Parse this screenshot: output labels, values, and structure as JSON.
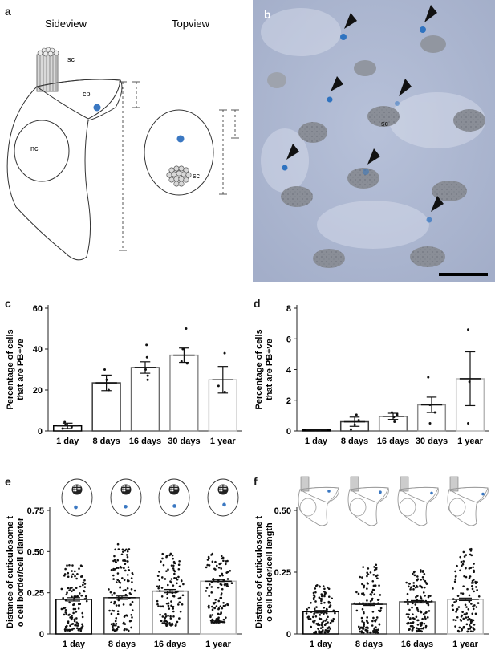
{
  "panels": {
    "a": {
      "label": "a",
      "sideview_title": "Sideview",
      "topview_title": "Topview",
      "sc_label": "sc",
      "cp_label": "cp",
      "nc_label": "nc",
      "topview_sc_label": "sc"
    },
    "b": {
      "label": "b",
      "sc_label": "sc"
    },
    "c": {
      "label": "c"
    },
    "d": {
      "label": "d"
    },
    "e": {
      "label": "e"
    },
    "f": {
      "label": "f"
    }
  },
  "colors": {
    "cuticulosome": "#3b78c2",
    "bar_1day": "#000000",
    "bar_8days": "#3a3a3a",
    "bar_16days": "#6a6a6a",
    "bar_30days": "#8e8e8e",
    "bar_1year": "#b8b8b8"
  },
  "chart_data": [
    {
      "id": "c",
      "type": "bar",
      "categories": [
        "1 day",
        "8 days",
        "16 days",
        "30 days",
        "1 year"
      ],
      "values": [
        2.5,
        23.5,
        31,
        37,
        25
      ],
      "errors": [
        1.3,
        3.8,
        2.8,
        3.5,
        6.5
      ],
      "points": [
        [
          1.2,
          2,
          3,
          4.3
        ],
        [
          20,
          25,
          30
        ],
        [
          25,
          27,
          30,
          36,
          42
        ],
        [
          33,
          34,
          40,
          50
        ],
        [
          19,
          22,
          38
        ]
      ],
      "ylabel": "Percentage of cells that are PB+ve",
      "ylim": [
        0,
        60
      ],
      "yticks": [
        0,
        20,
        40,
        60
      ]
    },
    {
      "id": "d",
      "type": "bar",
      "categories": [
        "1 day",
        "8 days",
        "16 days",
        "30 days",
        "1 year"
      ],
      "values": [
        0.07,
        0.6,
        0.95,
        1.7,
        3.4
      ],
      "errors": [
        0.03,
        0.3,
        0.2,
        0.5,
        1.75
      ],
      "points": [
        [
          0.05,
          0.08,
          0.06
        ],
        [
          0.1,
          0.4,
          0.7,
          1.05
        ],
        [
          0.6,
          0.9,
          1.0,
          1.1,
          1.2
        ],
        [
          0.5,
          1.2,
          1.7,
          3.5
        ],
        [
          0.5,
          3.2,
          6.6
        ]
      ],
      "ylabel": "Percentage of cells that are PB+ve",
      "ylim": [
        0,
        8
      ],
      "yticks": [
        0,
        2,
        4,
        6,
        8
      ]
    },
    {
      "id": "e",
      "type": "bar",
      "categories": [
        "1 day",
        "8 days",
        "16 days",
        "1 year"
      ],
      "values": [
        0.21,
        0.22,
        0.26,
        0.32
      ],
      "errors": [
        0.01,
        0.01,
        0.01,
        0.01
      ],
      "spread": [
        [
          0.02,
          0.42
        ],
        [
          0.02,
          0.55
        ],
        [
          0.05,
          0.49
        ],
        [
          0.07,
          0.5
        ]
      ],
      "n_points": [
        120,
        120,
        120,
        120
      ],
      "ylabel": "Distance of cuticulosome to cell border/cell diameter",
      "ylim": [
        0,
        0.75
      ],
      "yticks": [
        0,
        0.25,
        0.5,
        0.75
      ],
      "ytick_labels": [
        "0",
        "0.25",
        "0.50",
        "0.75"
      ]
    },
    {
      "id": "f",
      "type": "bar",
      "categories": [
        "1 day",
        "8 days",
        "16 days",
        "1 year"
      ],
      "values": [
        0.09,
        0.12,
        0.13,
        0.14
      ],
      "errors": [
        0.005,
        0.005,
        0.005,
        0.005
      ],
      "spread": [
        [
          0.005,
          0.2
        ],
        [
          0.005,
          0.28
        ],
        [
          0.01,
          0.26
        ],
        [
          0.01,
          0.35
        ]
      ],
      "n_points": [
        120,
        120,
        120,
        120
      ],
      "ylabel": "Distance of cuticulosome to cell border/cell length",
      "ylim": [
        0,
        0.5
      ],
      "yticks": [
        0,
        0.25,
        0.5
      ],
      "ytick_labels": [
        "0",
        "0.25",
        "0.50"
      ]
    }
  ]
}
